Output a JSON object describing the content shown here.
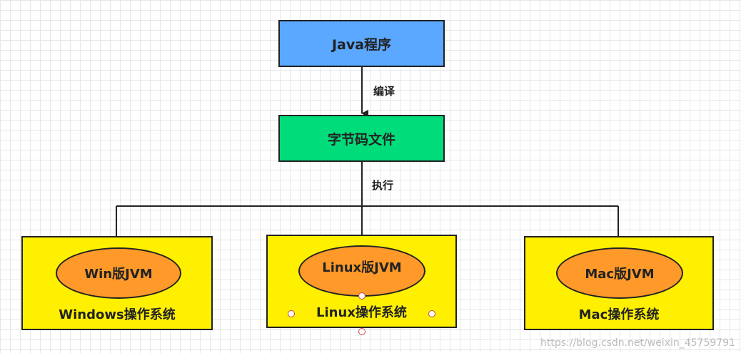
{
  "nodes": {
    "java": "Java程序",
    "bytecode": "字节码文件",
    "win_jvm": "Win版JVM",
    "linux_jvm": "Linux版JVM",
    "mac_jvm": "Mac版JVM",
    "windows_os": "Windows操作系统",
    "linux_os": "Linux操作系统",
    "mac_os": "Mac操作系统"
  },
  "edges": {
    "compile": "编译",
    "execute": "执行"
  },
  "watermark": "https://blog.csdn.net/weixin_45759791",
  "colors": {
    "java_fill": "#5aa8ff",
    "bytecode_fill": "#00dc7a",
    "os_fill": "#fff000",
    "jvm_fill": "#ff9a2a"
  }
}
